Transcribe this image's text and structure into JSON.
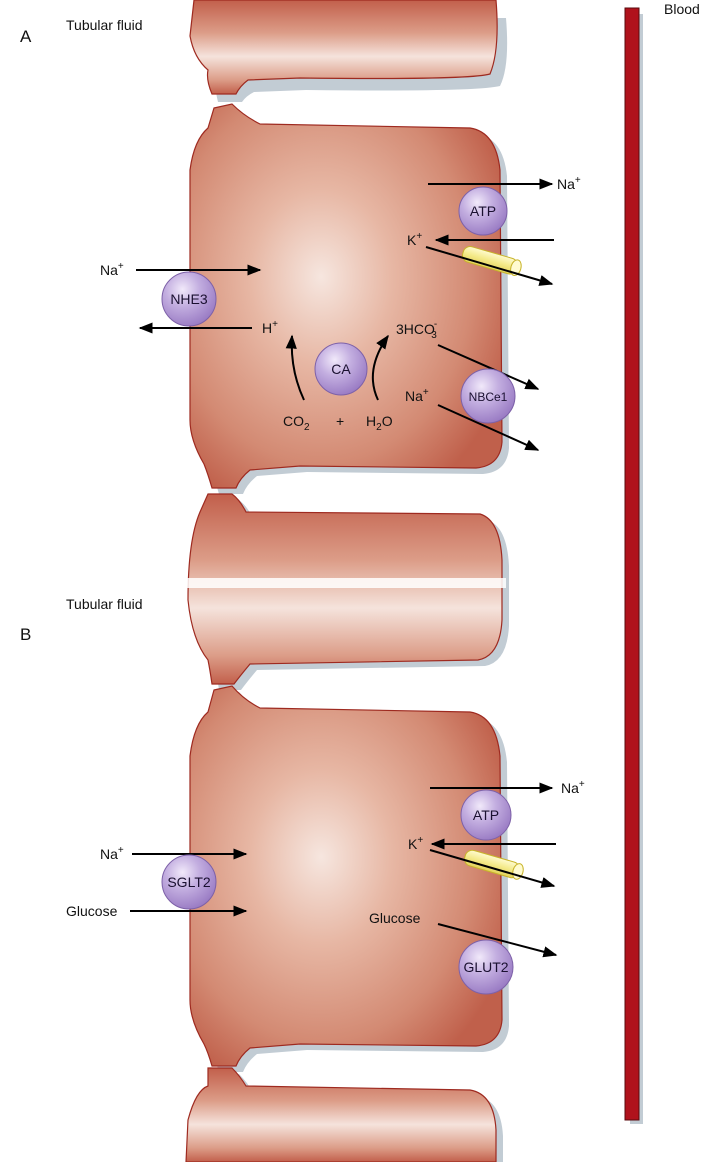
{
  "labels": {
    "blood": "Blood",
    "panel_a": "A",
    "panel_b": "B",
    "tubular_fluid_a": "Tubular fluid",
    "tubular_fluid_b": "Tubular fluid"
  },
  "panel_a": {
    "apical": {
      "na_in": {
        "ion": "Na",
        "charge": "+"
      },
      "h_out": {
        "ion": "H",
        "charge": "+"
      },
      "transporter": "NHE3"
    },
    "cytosol": {
      "enzyme": "CA",
      "reactant_1": {
        "base": "CO",
        "subscript": "2"
      },
      "plus": "+",
      "reactant_2": {
        "pre": "H",
        "subscript": "2",
        "post": "O"
      },
      "product_h": {
        "ion": "H",
        "charge": "+"
      },
      "product_hco3": {
        "base": "3HCO",
        "subscript": "3",
        "charge": "-"
      }
    },
    "basolateral": {
      "pump": "ATP",
      "na_out": {
        "ion": "Na",
        "charge": "+"
      },
      "k_in": {
        "ion": "K",
        "charge": "+"
      },
      "cotransporter": "NBCe1",
      "na_cotransport": {
        "ion": "Na",
        "charge": "+"
      }
    }
  },
  "panel_b": {
    "apical": {
      "na_in": {
        "ion": "Na",
        "charge": "+"
      },
      "glucose_in": "Glucose",
      "transporter": "SGLT2"
    },
    "basolateral": {
      "pump": "ATP",
      "na_out": {
        "ion": "Na",
        "charge": "+"
      },
      "k_in": {
        "ion": "K",
        "charge": "+"
      },
      "glucose_out": "Glucose",
      "transporter": "GLUT2"
    }
  },
  "colors": {
    "cell_edge": "#9e2a20",
    "cell_fill": "#cf7c68",
    "cell_highlight": "#f6e6df",
    "shadow": "#c2ccd4",
    "blood_vessel": "#b0121c",
    "protein": "#b79fd6",
    "protein_edge": "#7d61a8",
    "channel": "#f3ea8a",
    "channel_edge": "#c8b42a",
    "arrow": "#000000"
  }
}
